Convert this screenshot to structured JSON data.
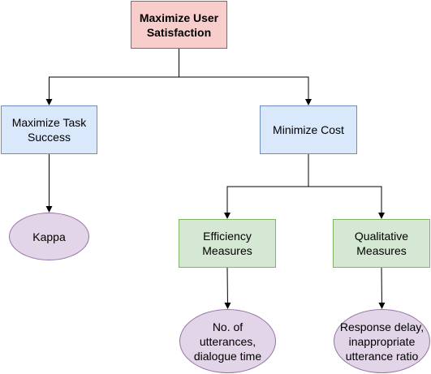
{
  "colors": {
    "root_fill": "#f8cecc",
    "root_stroke": "#b85450",
    "blue_fill": "#dae8fc",
    "blue_stroke": "#6c8ebf",
    "green_fill": "#d5e8d4",
    "green_stroke": "#82b366",
    "purple_fill": "#e1d5e7",
    "purple_stroke": "#9673a6",
    "edge": "#000000"
  },
  "nodes": [
    {
      "id": "root",
      "label": "Maximize User Satisfaction",
      "shape": "rect",
      "style": "root"
    },
    {
      "id": "task",
      "label": "Maximize Task Success",
      "shape": "rect",
      "style": "blue"
    },
    {
      "id": "cost",
      "label": "Minimize Cost",
      "shape": "rect",
      "style": "blue"
    },
    {
      "id": "kappa",
      "label": "Kappa",
      "shape": "ellipse",
      "style": "purple"
    },
    {
      "id": "eff",
      "label": "Efficiency Measures",
      "shape": "rect",
      "style": "green"
    },
    {
      "id": "qual",
      "label": "Qualitative Measures",
      "shape": "rect",
      "style": "green"
    },
    {
      "id": "util",
      "label": "No. of utterances, dialogue time",
      "shape": "ellipse",
      "style": "purple"
    },
    {
      "id": "resp",
      "label": "Response delay, inappropriate utterance ratio",
      "shape": "ellipse",
      "style": "purple"
    }
  ],
  "edges": [
    {
      "from": "root",
      "to": "task"
    },
    {
      "from": "root",
      "to": "cost"
    },
    {
      "from": "task",
      "to": "kappa"
    },
    {
      "from": "cost",
      "to": "eff"
    },
    {
      "from": "cost",
      "to": "qual"
    },
    {
      "from": "eff",
      "to": "util"
    },
    {
      "from": "qual",
      "to": "resp"
    }
  ]
}
